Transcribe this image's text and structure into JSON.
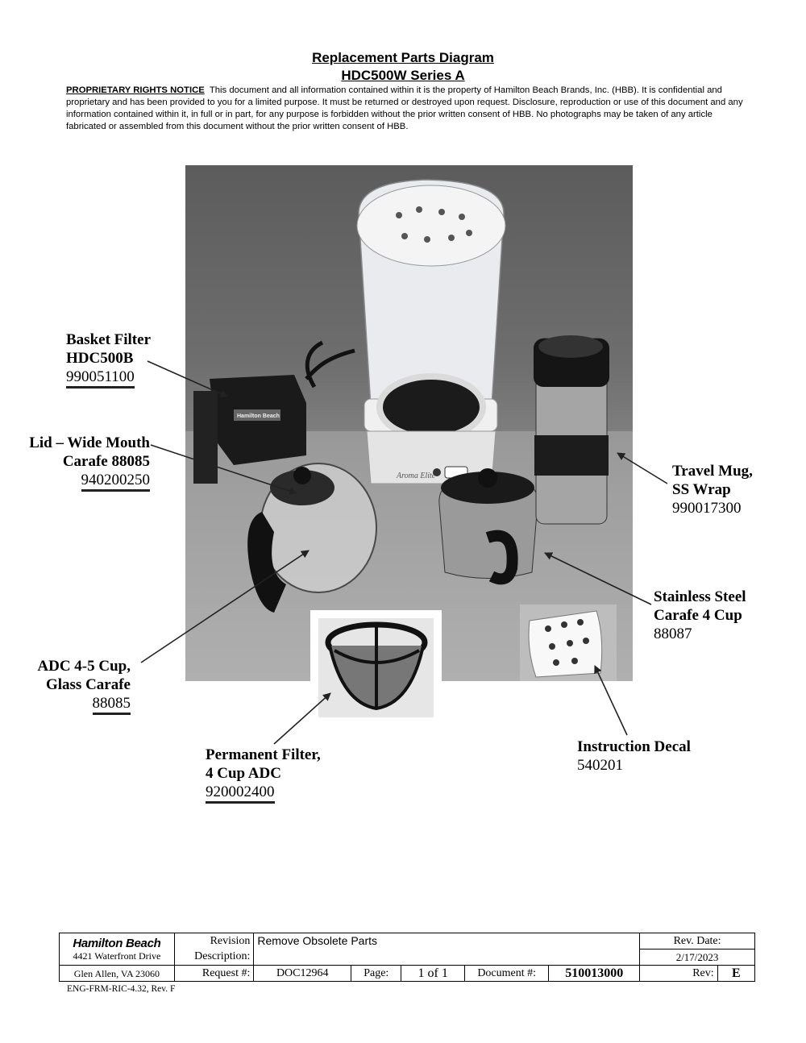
{
  "header": {
    "title_line1": "Replacement Parts Diagram",
    "title_line2": "HDC500W Series A",
    "notice_title": "PROPRIETARY RIGHTS NOTICE",
    "notice_text": "This document and all information contained within it is the property of Hamilton Beach Brands, Inc. (HBB).  It is confidential and proprietary and has been provided to you for a limited purpose.  It must be returned or destroyed upon request.  Disclosure, reproduction or use of this document and any information contained within it, in full or in part, for any purpose is forbidden without the prior written consent of HBB.  No photographs may be taken of any article fabricated or assembled from this document without the prior written consent of HBB."
  },
  "photo": {
    "brand_on_basket": "Hamilton Beach",
    "brand_on_base": "Aroma Elite"
  },
  "parts": [
    {
      "id": "basket",
      "name_line1": "Basket Filter",
      "name_line2": "HDC500B",
      "number": "990051100"
    },
    {
      "id": "lid",
      "name_line1": "Lid – Wide Mouth",
      "name_line2": "Carafe 88085",
      "number": "940200250"
    },
    {
      "id": "travel-mug",
      "name_line1": "Travel Mug,",
      "name_line2": "SS Wrap",
      "number": "990017300"
    },
    {
      "id": "ss-carafe",
      "name_line1": "Stainless Steel",
      "name_line2": "Carafe 4 Cup",
      "number": "88087"
    },
    {
      "id": "glass-carafe",
      "name_line1": "ADC 4-5 Cup,",
      "name_line2": "Glass Carafe",
      "number": "88085"
    },
    {
      "id": "perm-filter",
      "name_line1": "Permanent Filter,",
      "name_line2": "4 Cup ADC",
      "number": "920002400"
    },
    {
      "id": "decal",
      "name_line1": "Instruction Decal",
      "number": "540201"
    }
  ],
  "title_block": {
    "company": "Hamilton Beach",
    "address1": "4421 Waterfront Drive",
    "address2": "Glen Allen, VA  23060",
    "revision_label1": "Revision",
    "revision_label2": "Description:",
    "revision_description": "Remove Obsolete Parts",
    "rev_date_label": "Rev. Date:",
    "rev_date": "2/17/2023",
    "request_label": "Request #:",
    "request_number": "DOC12964",
    "page_label": "Page:",
    "page_value": "1 of 1",
    "document_label": "Document #:",
    "document_number": "510013000",
    "rev_label": "Rev:",
    "rev_value": "E"
  },
  "footer": {
    "form_id": "ENG-FRM-RIC-4.32, Rev. F"
  }
}
